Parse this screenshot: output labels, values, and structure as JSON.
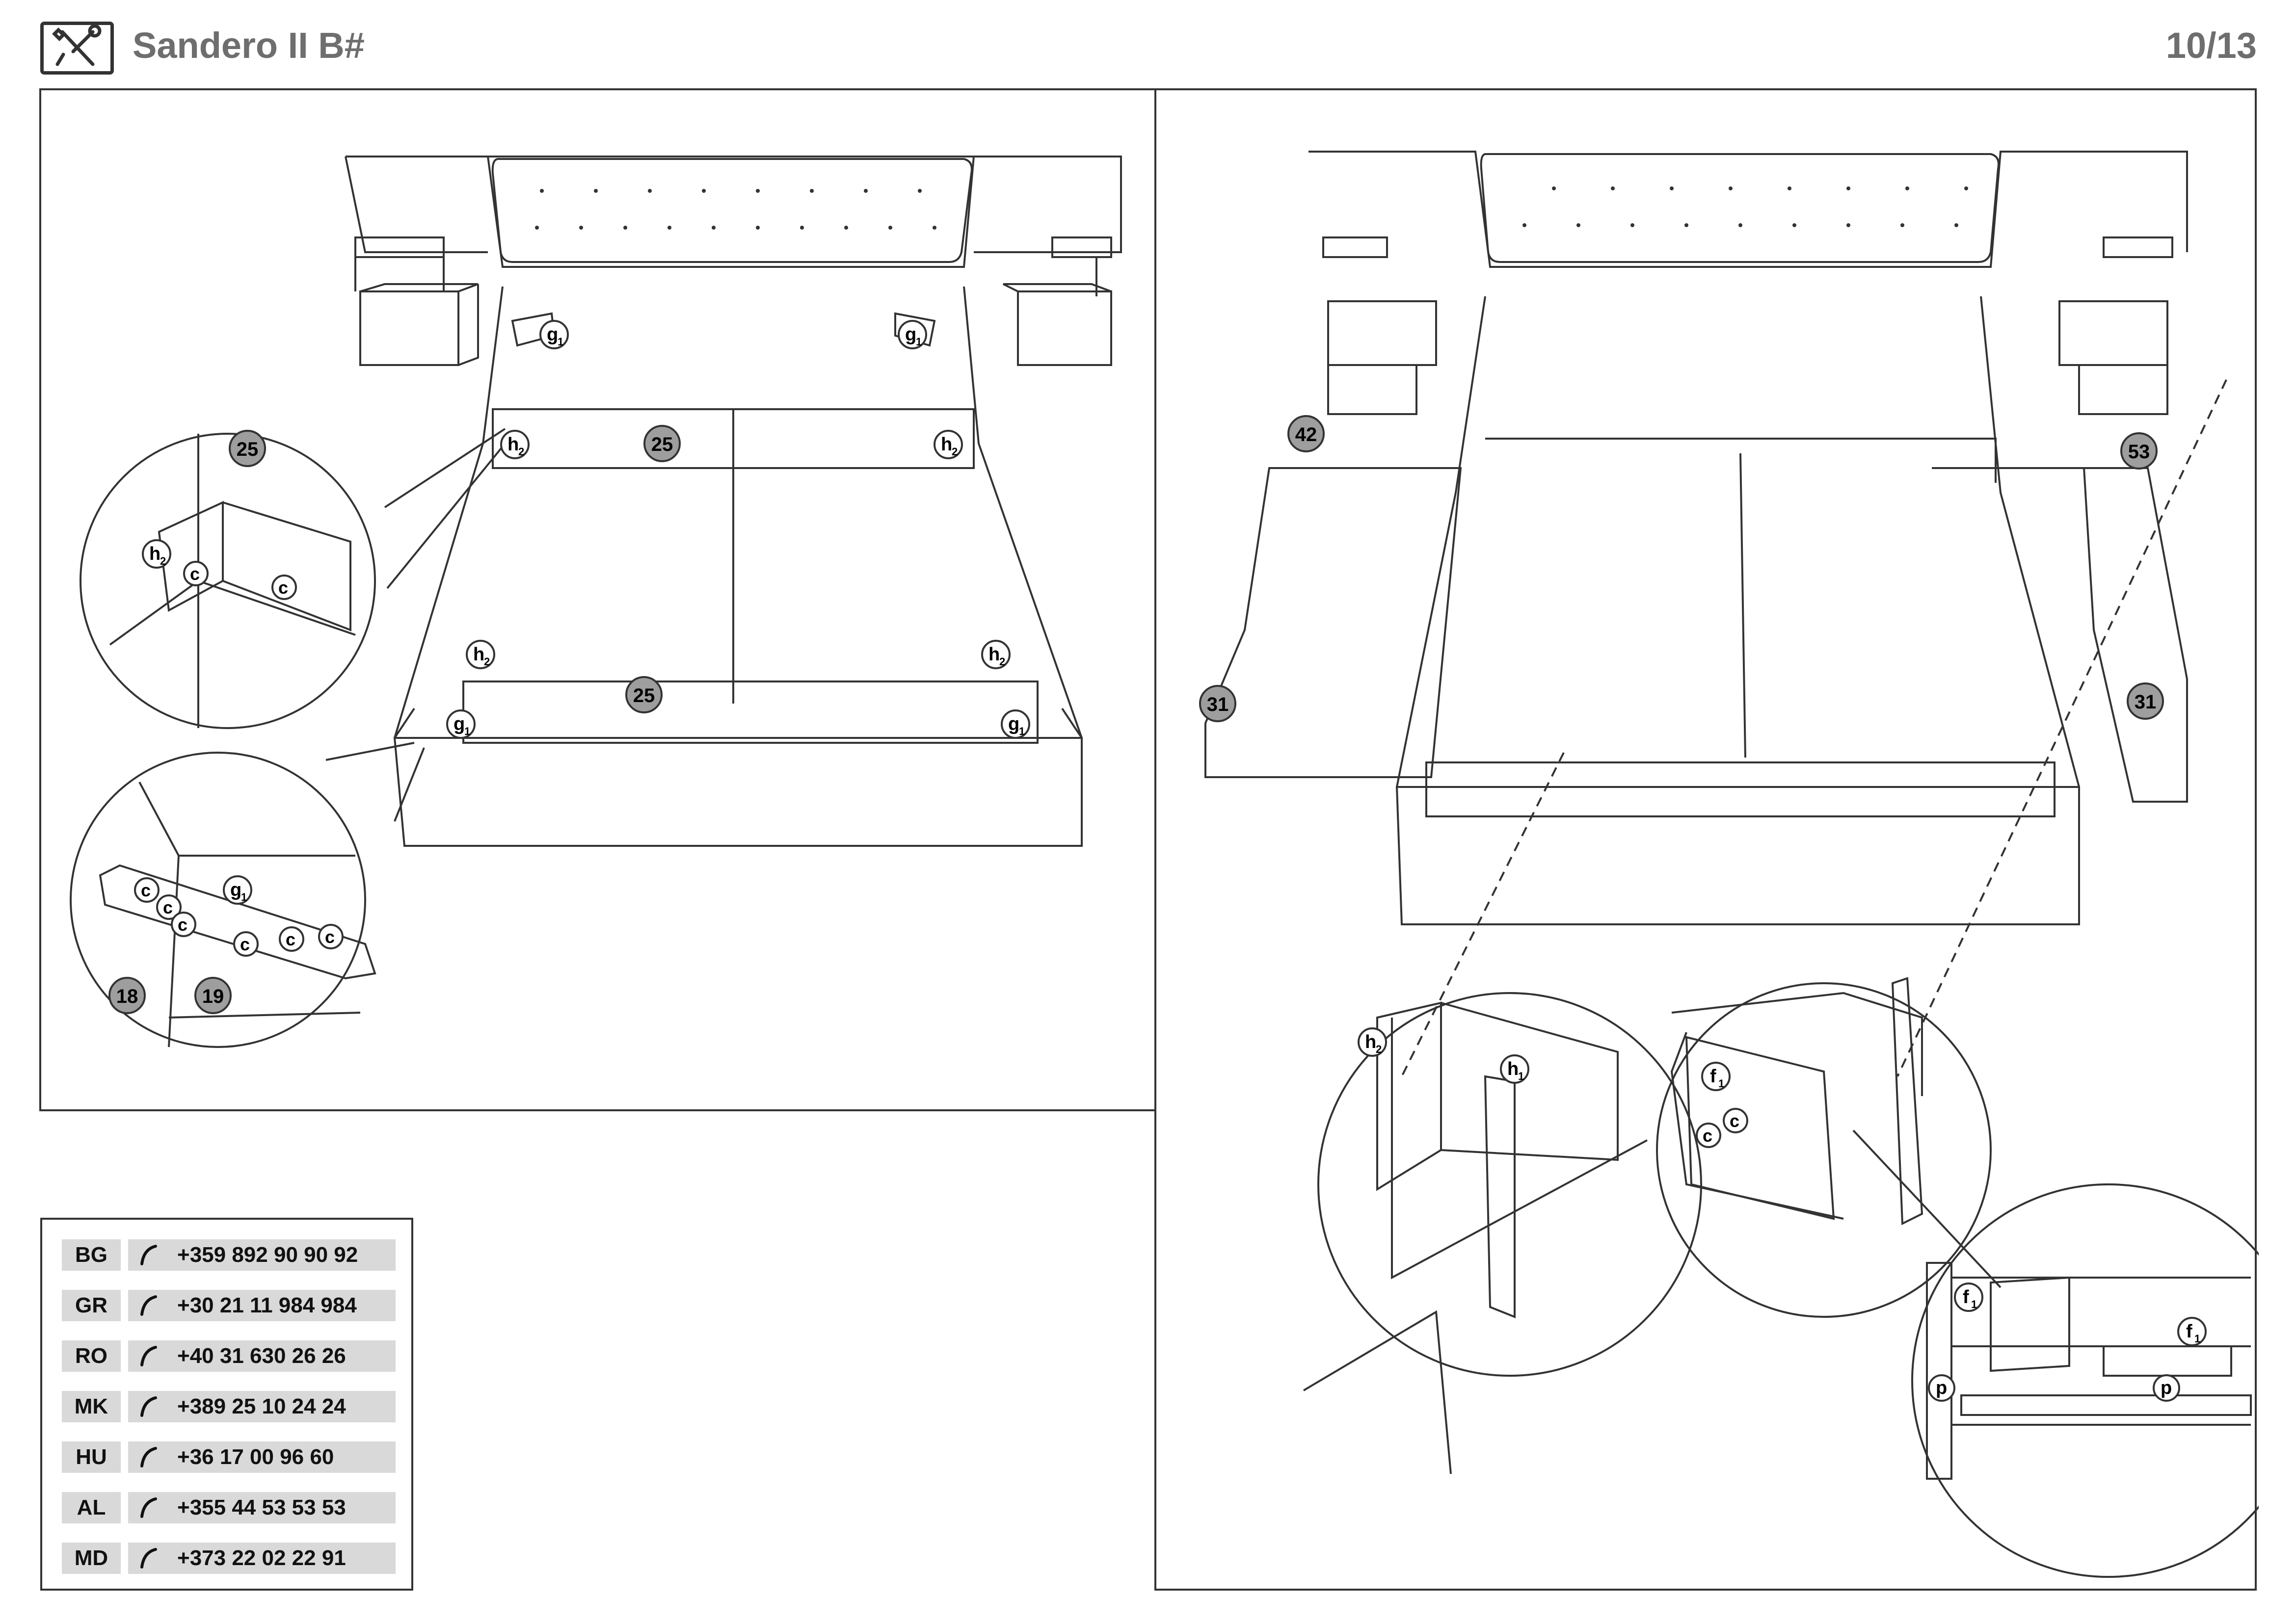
{
  "header": {
    "tool_icon": "tools-icon",
    "title": "Sandero II B#",
    "page": "10/13"
  },
  "left_panel": {
    "callouts": {
      "g1": "g",
      "h2": "h",
      "c": "c",
      "sub1": "1",
      "sub2": "2"
    },
    "badges": {
      "b25": "25",
      "b18": "18",
      "b19": "19"
    }
  },
  "right_panel": {
    "callouts": {
      "h1": "h",
      "h2": "h",
      "f1": "f",
      "c": "c",
      "p": "p",
      "sub1": "1",
      "sub2": "2"
    },
    "badges": {
      "b42": "42",
      "b53": "53",
      "b31": "31"
    }
  },
  "contacts": [
    {
      "code": "BG",
      "phone": "+359 892 90 90 92"
    },
    {
      "code": "GR",
      "phone": "+30 21 11 984 984"
    },
    {
      "code": "RO",
      "phone": "+40 31 630 26 26"
    },
    {
      "code": "MK",
      "phone": "+389 25 10 24 24"
    },
    {
      "code": "HU",
      "phone": "+36 17 00 96 60"
    },
    {
      "code": "AL",
      "phone": "+355 44 53 53 53"
    },
    {
      "code": "MD",
      "phone": "+373 22 02 22 91"
    }
  ],
  "colors": {
    "line": "#333333",
    "badge_fill": "#9e9e9e",
    "title_gray": "#6e6e6e",
    "contact_bg": "#d9d9d9"
  }
}
